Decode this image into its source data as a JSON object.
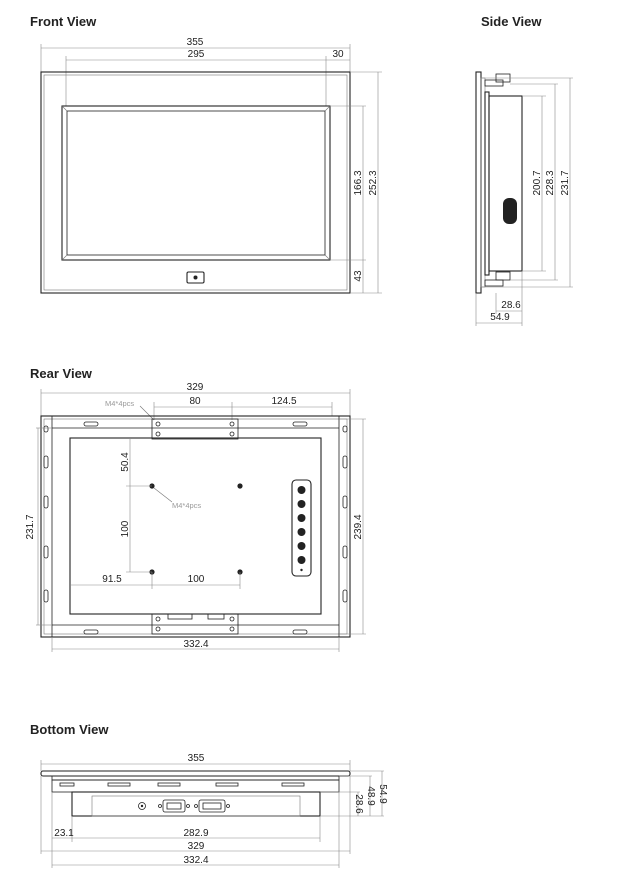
{
  "views": {
    "front": {
      "title": "Front View",
      "dims": {
        "overall_width": "355",
        "opening_width": "295",
        "bezel_offset": "30",
        "opening_height": "166.3",
        "overall_height": "252.3",
        "bottom_bezel": "43"
      }
    },
    "side": {
      "title": "Side View",
      "dims": {
        "h1": "200.7",
        "h2": "228.3",
        "h3": "231.7",
        "depth_back": "28.6",
        "depth_total": "54.9"
      }
    },
    "rear": {
      "title": "Rear View",
      "dims": {
        "width": "329",
        "vesa_h": "80",
        "offset_right": "124.5",
        "top_offset": "50.4",
        "vesa_v": "100",
        "left_offset": "91.5",
        "vesa_h2": "100",
        "bottom_width": "332.4",
        "left_height": "231.7",
        "right_height": "239.4"
      },
      "notes": {
        "top_holes": "M4*4pcs",
        "vesa_holes": "M4*4pcs"
      }
    },
    "bottom": {
      "title": "Bottom View",
      "dims": {
        "top_width": "355",
        "d549": "54.9",
        "d489": "48.9",
        "d286": "28.6",
        "left_offset": "23.1",
        "io_width": "282.9",
        "width329": "329",
        "width3324": "332.4"
      }
    }
  }
}
